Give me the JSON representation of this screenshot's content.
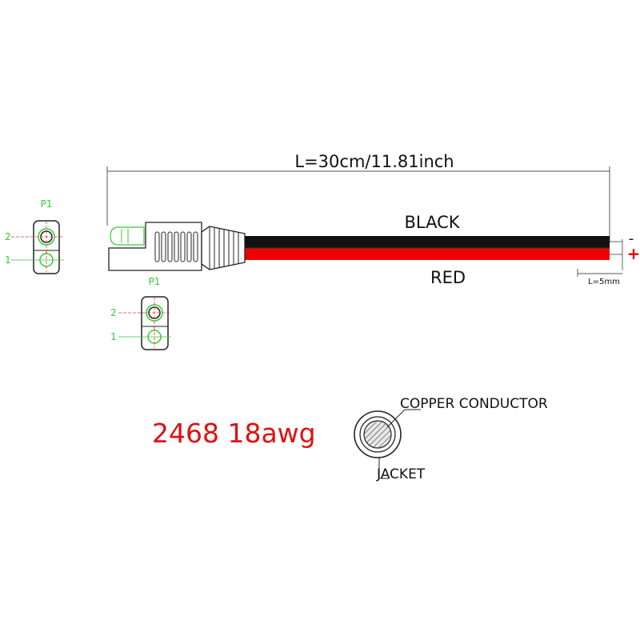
{
  "dimensions": {
    "length_label": "L=30cm/11.81inch",
    "strip_label": "L=5mm"
  },
  "wires": {
    "black_label": "BLACK",
    "red_label": "RED",
    "minus_sign": "-",
    "plus_sign": "+"
  },
  "pinouts": {
    "left": {
      "title": "P1",
      "pin2": "2",
      "pin1": "1"
    },
    "bottom": {
      "title": "P1",
      "pin2": "2",
      "pin1": "1"
    }
  },
  "spec": {
    "label": "2468 18awg"
  },
  "cross_section": {
    "conductor_label": "COPPER CONDUCTOR",
    "jacket_label": "JACKET"
  },
  "colors": {
    "black_wire": "#111111",
    "red_wire": "#ee0000",
    "spec_text": "#e01010",
    "pin_green": "#33cc33",
    "pin_center": "#ff3333",
    "plus_red": "#ee0000"
  }
}
